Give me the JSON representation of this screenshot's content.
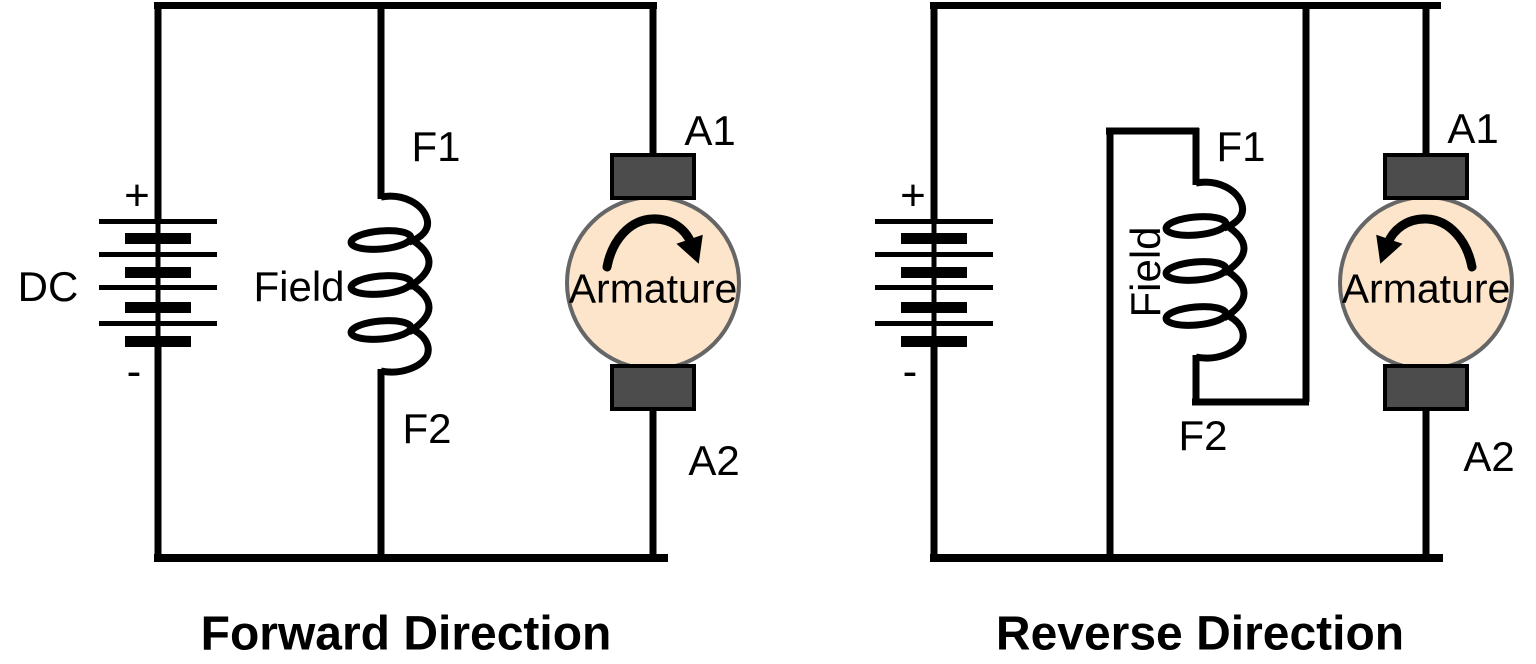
{
  "colors": {
    "armature_fill": "#fce5ca",
    "armature_stroke": "#666666",
    "terminal_fill": "#4c4c4c",
    "wire": "#000000"
  },
  "circuits": {
    "forward": {
      "title": "Forward Direction",
      "source_label": "DC",
      "plus": "+",
      "minus": "-",
      "field_label": "Field",
      "f1": "F1",
      "f2": "F2",
      "armature_label": "Armature",
      "a1": "A1",
      "a2": "A2",
      "rotation": "clockwise"
    },
    "reverse": {
      "title": "Reverse Direction",
      "plus": "+",
      "minus": "-",
      "field_label": "Field",
      "f1": "F1",
      "f2": "F2",
      "armature_label": "Armature",
      "a1": "A1",
      "a2": "A2",
      "rotation": "counterclockwise"
    }
  }
}
